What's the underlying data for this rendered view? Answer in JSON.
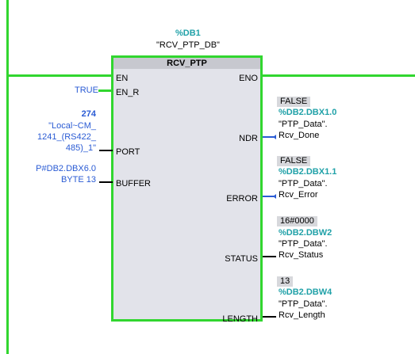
{
  "instance": {
    "db_address": "%DB1",
    "db_name": "\"RCV_PTP_DB\""
  },
  "block": {
    "title": "RCV_PTP",
    "inputs": {
      "en": "EN",
      "en_r": "EN_R",
      "port": "PORT",
      "buffer": "BUFFER"
    },
    "outputs": {
      "eno": "ENO",
      "ndr": "NDR",
      "error": "ERROR",
      "status": "STATUS",
      "length": "LENGTH"
    }
  },
  "params_in": {
    "en_r_value": "TRUE",
    "port_value": "274",
    "port_symbol_1": "\"Local~CM_",
    "port_symbol_2": "1241_(RS422_",
    "port_symbol_3": "485)_1\"",
    "buffer_line1": "P#DB2.DBX6.0",
    "buffer_line2": "BYTE 13"
  },
  "params_out": {
    "ndr": {
      "monitor": "FALSE",
      "address": "%DB2.DBX1.0",
      "sym1": "\"PTP_Data\".",
      "sym2": "Rcv_Done"
    },
    "error": {
      "monitor": "FALSE",
      "address": "%DB2.DBX1.1",
      "sym1": "\"PTP_Data\".",
      "sym2": "Rcv_Error"
    },
    "status": {
      "monitor": "16#0000",
      "address": "%DB2.DBW2",
      "sym1": "\"PTP_Data\".",
      "sym2": "Rcv_Status"
    },
    "length": {
      "monitor": "13",
      "address": "%DB2.DBW4",
      "sym1": "\"PTP_Data\".",
      "sym2": "Rcv_Length"
    }
  },
  "colors": {
    "powerflow": "#31d62f",
    "db_address": "#20a1a8",
    "parameter_blue": "#2a5bd4",
    "block_fill": "#e2e3ea",
    "monitor_bg": "#d7d8dc"
  }
}
